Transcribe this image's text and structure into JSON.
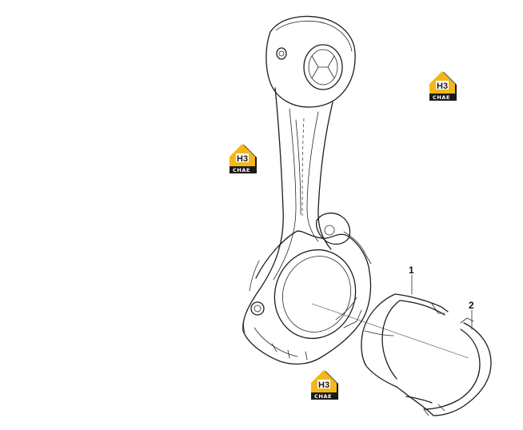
{
  "callouts": [
    {
      "id": "1",
      "label": "1"
    },
    {
      "id": "2",
      "label": "2"
    }
  ],
  "watermark": {
    "letters": "H3",
    "word": "CHAE",
    "colors": {
      "gold": "#F3B719",
      "dark": "#1A1A1A",
      "white": "#FFFFFF"
    }
  },
  "colors": {
    "line": "#1E1E1E",
    "background": "#FFFFFF"
  }
}
